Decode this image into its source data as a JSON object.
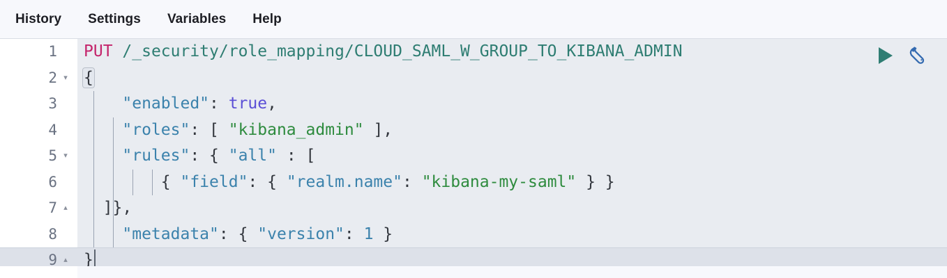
{
  "menubar": {
    "items": [
      {
        "label": "History",
        "name": "menu-item-history"
      },
      {
        "label": "Settings",
        "name": "menu-item-settings"
      },
      {
        "label": "Variables",
        "name": "menu-item-variables"
      },
      {
        "label": "Help",
        "name": "menu-item-help"
      }
    ]
  },
  "editor": {
    "actions": {
      "play": {
        "icon": "play-icon",
        "title": "Click to send request"
      },
      "wrench": {
        "icon": "wrench-icon",
        "title": "Open documentation"
      }
    },
    "accent_colors": {
      "method": "#c4246b",
      "url": "#2e7d72",
      "key": "#3b82ac",
      "string": "#2e8b3e",
      "boolean": "#5b4fd6",
      "punctuation": "#32363d",
      "play_icon": "#2f7d73",
      "wrench_icon": "#336ab0",
      "active_line_bg": "#dde1e9",
      "code_bg": "#e9ecf1",
      "gutter_bg": "#ffffff"
    },
    "lines": [
      {
        "number": "1",
        "fold": "",
        "indent_guides": 0,
        "active": false,
        "text": "PUT /_security/role_mapping/CLOUD_SAML_W_GROUP_TO_KIBANA_ADMIN",
        "method": "PUT",
        "url": "/_security/role_mapping/CLOUD_SAML_W_GROUP_TO_KIBANA_ADMIN"
      },
      {
        "number": "2",
        "fold": "▾",
        "indent_guides": 0,
        "active": false,
        "text": "{"
      },
      {
        "number": "3",
        "fold": "",
        "indent_guides": 1,
        "active": false,
        "text": "  \"enabled\": true,",
        "key": "\"enabled\"",
        "value": "true"
      },
      {
        "number": "4",
        "fold": "",
        "indent_guides": 2,
        "active": false,
        "text": "  \"roles\": [ \"kibana_admin\" ],",
        "key": "\"roles\"",
        "value": "\"kibana_admin\""
      },
      {
        "number": "5",
        "fold": "▾",
        "indent_guides": 2,
        "active": false,
        "text": "  \"rules\": { \"all\" : [",
        "key": "\"rules\"",
        "subkey": "\"all\""
      },
      {
        "number": "6",
        "fold": "",
        "indent_guides": 4,
        "active": false,
        "text": "    { \"field\": { \"realm.name\": \"kibana-my-saml\" } }",
        "key": "\"field\"",
        "subkey": "\"realm.name\"",
        "value": "\"kibana-my-saml\""
      },
      {
        "number": "7",
        "fold": "▴",
        "indent_guides": 2,
        "active": false,
        "text": "  ]},"
      },
      {
        "number": "8",
        "fold": "",
        "indent_guides": 2,
        "active": false,
        "text": "  \"metadata\": { \"version\": 1 }",
        "key": "\"metadata\"",
        "subkey": "\"version\"",
        "value": "1"
      },
      {
        "number": "9",
        "fold": "▴",
        "indent_guides": 0,
        "active": true,
        "text": "}"
      }
    ]
  }
}
